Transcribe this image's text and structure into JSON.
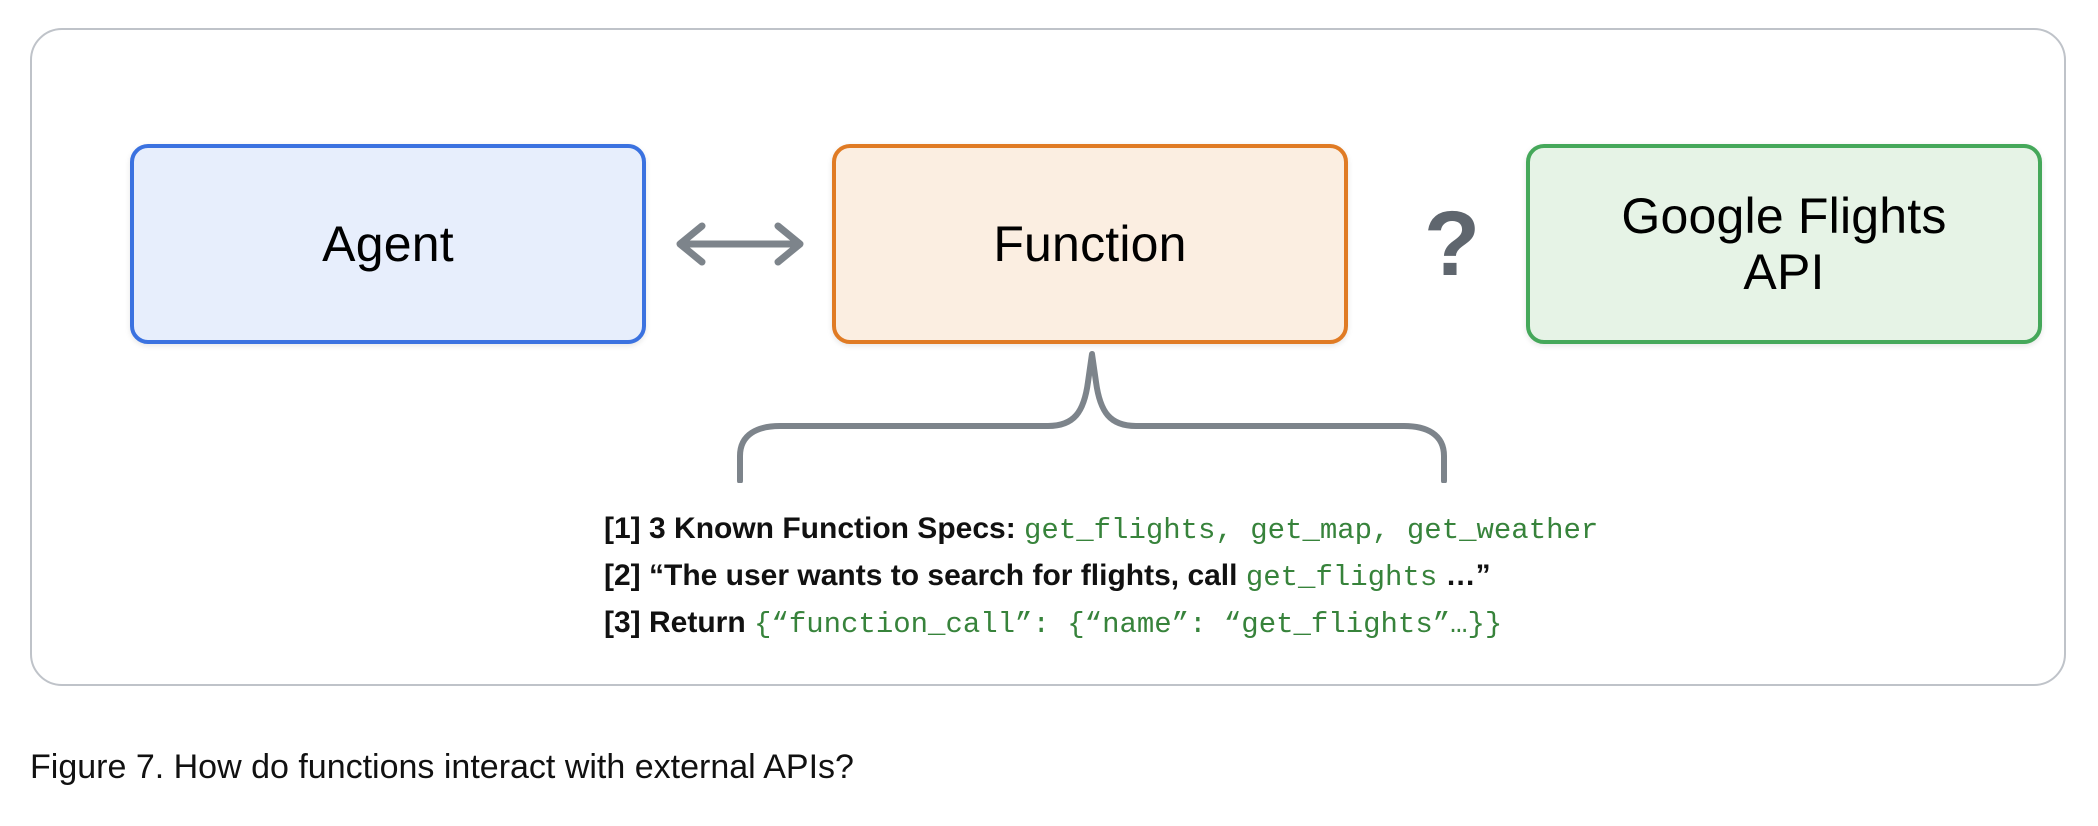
{
  "figure": {
    "caption": "Figure 7. How do functions interact with external APIs?"
  },
  "nodes": [
    {
      "id": "agent",
      "label": "Agent",
      "border_color": "#3b72e0",
      "fill_color": "#e7eefc"
    },
    {
      "id": "function",
      "label": "Function",
      "border_color": "#e07b24",
      "fill_color": "#fbeee1"
    },
    {
      "id": "google-flights-api",
      "label": "Google Flights\nAPI",
      "label_line1": "Google Flights",
      "label_line2": "API",
      "border_color": "#45a85a",
      "fill_color": "#e6f3e6"
    }
  ],
  "connectors": {
    "agent_function": {
      "type": "double-headed-arrow",
      "color": "#7d848b"
    },
    "function_api": {
      "type": "question-mark",
      "symbol": "?",
      "color": "#5f666e"
    },
    "brace": {
      "type": "curly-brace-down",
      "color": "#7d848b"
    }
  },
  "details": {
    "line1": {
      "marker": "[1]",
      "text": " 3 Known Function Specs: ",
      "code": "get_flights, get_map, get_weather"
    },
    "line2": {
      "marker": "[2]",
      "text_before": " “The user wants to search for flights, call ",
      "code": "get_flights",
      "text_after": " …”"
    },
    "line3": {
      "marker": "[3]",
      "text": " Return ",
      "code": "{“function_call”: {“name”: “get_flights”…}}"
    }
  },
  "colors": {
    "code_green": "#37833b",
    "card_border": "#bfc3c9",
    "gray_connector": "#7d848b"
  }
}
